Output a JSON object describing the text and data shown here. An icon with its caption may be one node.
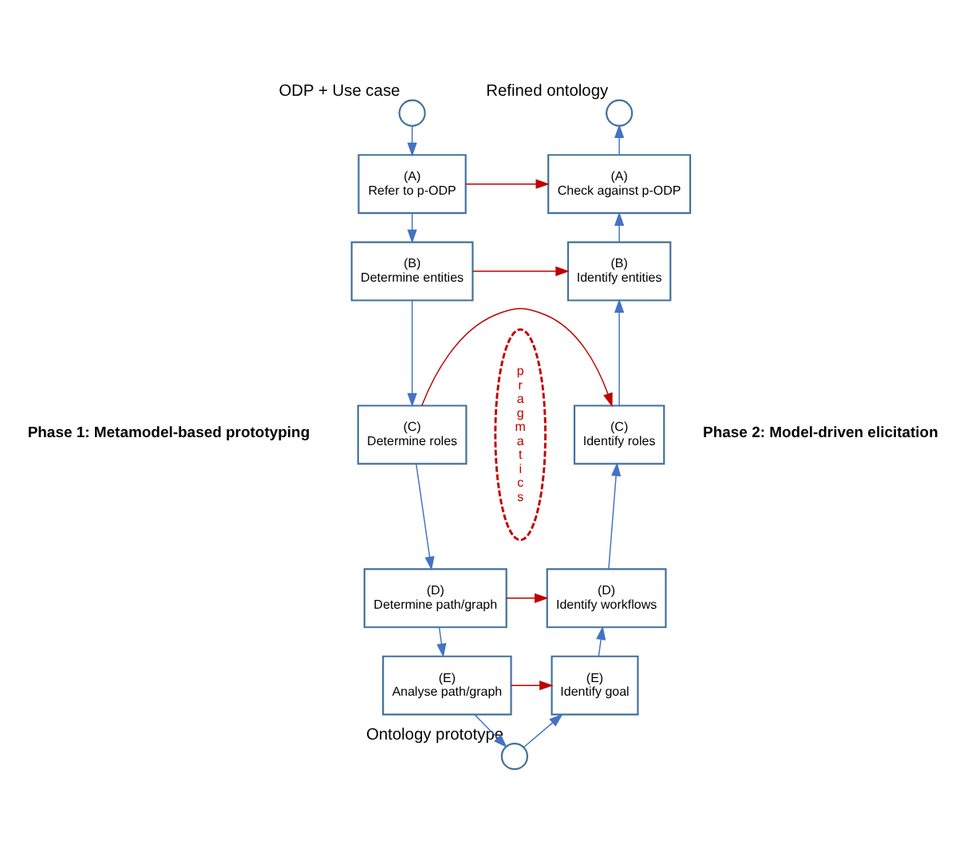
{
  "diagram": {
    "nodes": [
      {
        "text": [
          "ODP + Use case"
        ]
      },
      {
        "text": [
          "(A)",
          "Refer to p-ODP"
        ]
      },
      {
        "text": [
          "(B)",
          "Determine entities"
        ]
      },
      {
        "text": [
          "(C)",
          "Determine roles"
        ]
      },
      {
        "text": [
          "(D)",
          "Determine path/graph"
        ]
      },
      {
        "text": [
          "(E)",
          "Analyse path/graph"
        ]
      },
      {
        "text": [
          "Ontology prototype"
        ]
      },
      {
        "text": [
          "(E)",
          "Identify goal"
        ]
      },
      {
        "text": [
          "(D)",
          "Identify workflows"
        ]
      },
      {
        "text": [
          "(C)",
          "Identify roles"
        ]
      },
      {
        "text": [
          "(B)",
          "Identify entities"
        ]
      },
      {
        "text": [
          "(A)",
          "Check against p-ODP"
        ]
      },
      {
        "text": [
          "Refined ontology"
        ]
      },
      {
        "text": [
          "pragmatics"
        ]
      }
    ],
    "edges": [
      {
        "from": 0,
        "to": 1,
        "arrow": "to"
      },
      {
        "from": 1,
        "to": 2,
        "arrow": "to"
      },
      {
        "from": 2,
        "to": 3,
        "arrow": "to"
      },
      {
        "from": 3,
        "to": 4,
        "arrow": "to"
      },
      {
        "from": 4,
        "to": 5,
        "arrow": "to"
      },
      {
        "from": 5,
        "to": 6,
        "arrow": "to"
      },
      {
        "from": 6,
        "to": 7,
        "arrow": "to"
      },
      {
        "from": 7,
        "to": 8,
        "arrow": "to"
      },
      {
        "from": 8,
        "to": 9,
        "arrow": "to"
      },
      {
        "from": 9,
        "to": 10,
        "arrow": "to"
      },
      {
        "from": 10,
        "to": 11,
        "arrow": "to"
      },
      {
        "from": 11,
        "to": 12,
        "arrow": "to"
      },
      {
        "from": 1,
        "to": 11,
        "arrow": "to",
        "color": "#c00000"
      },
      {
        "from": 2,
        "to": 10,
        "arrow": "to",
        "color": "#c00000"
      },
      {
        "from": 3,
        "to": 9,
        "arrow": "to",
        "color": "#c00000"
      },
      {
        "from": 4,
        "to": 8,
        "arrow": "to",
        "color": "#c00000"
      },
      {
        "from": 5,
        "to": 7,
        "arrow": "to",
        "color": "#c00000"
      }
    ],
    "labels": [
      "Phase 1: Metamodel-based prototyping",
      "Phase 2: Model-driven elicitation"
    ]
  }
}
